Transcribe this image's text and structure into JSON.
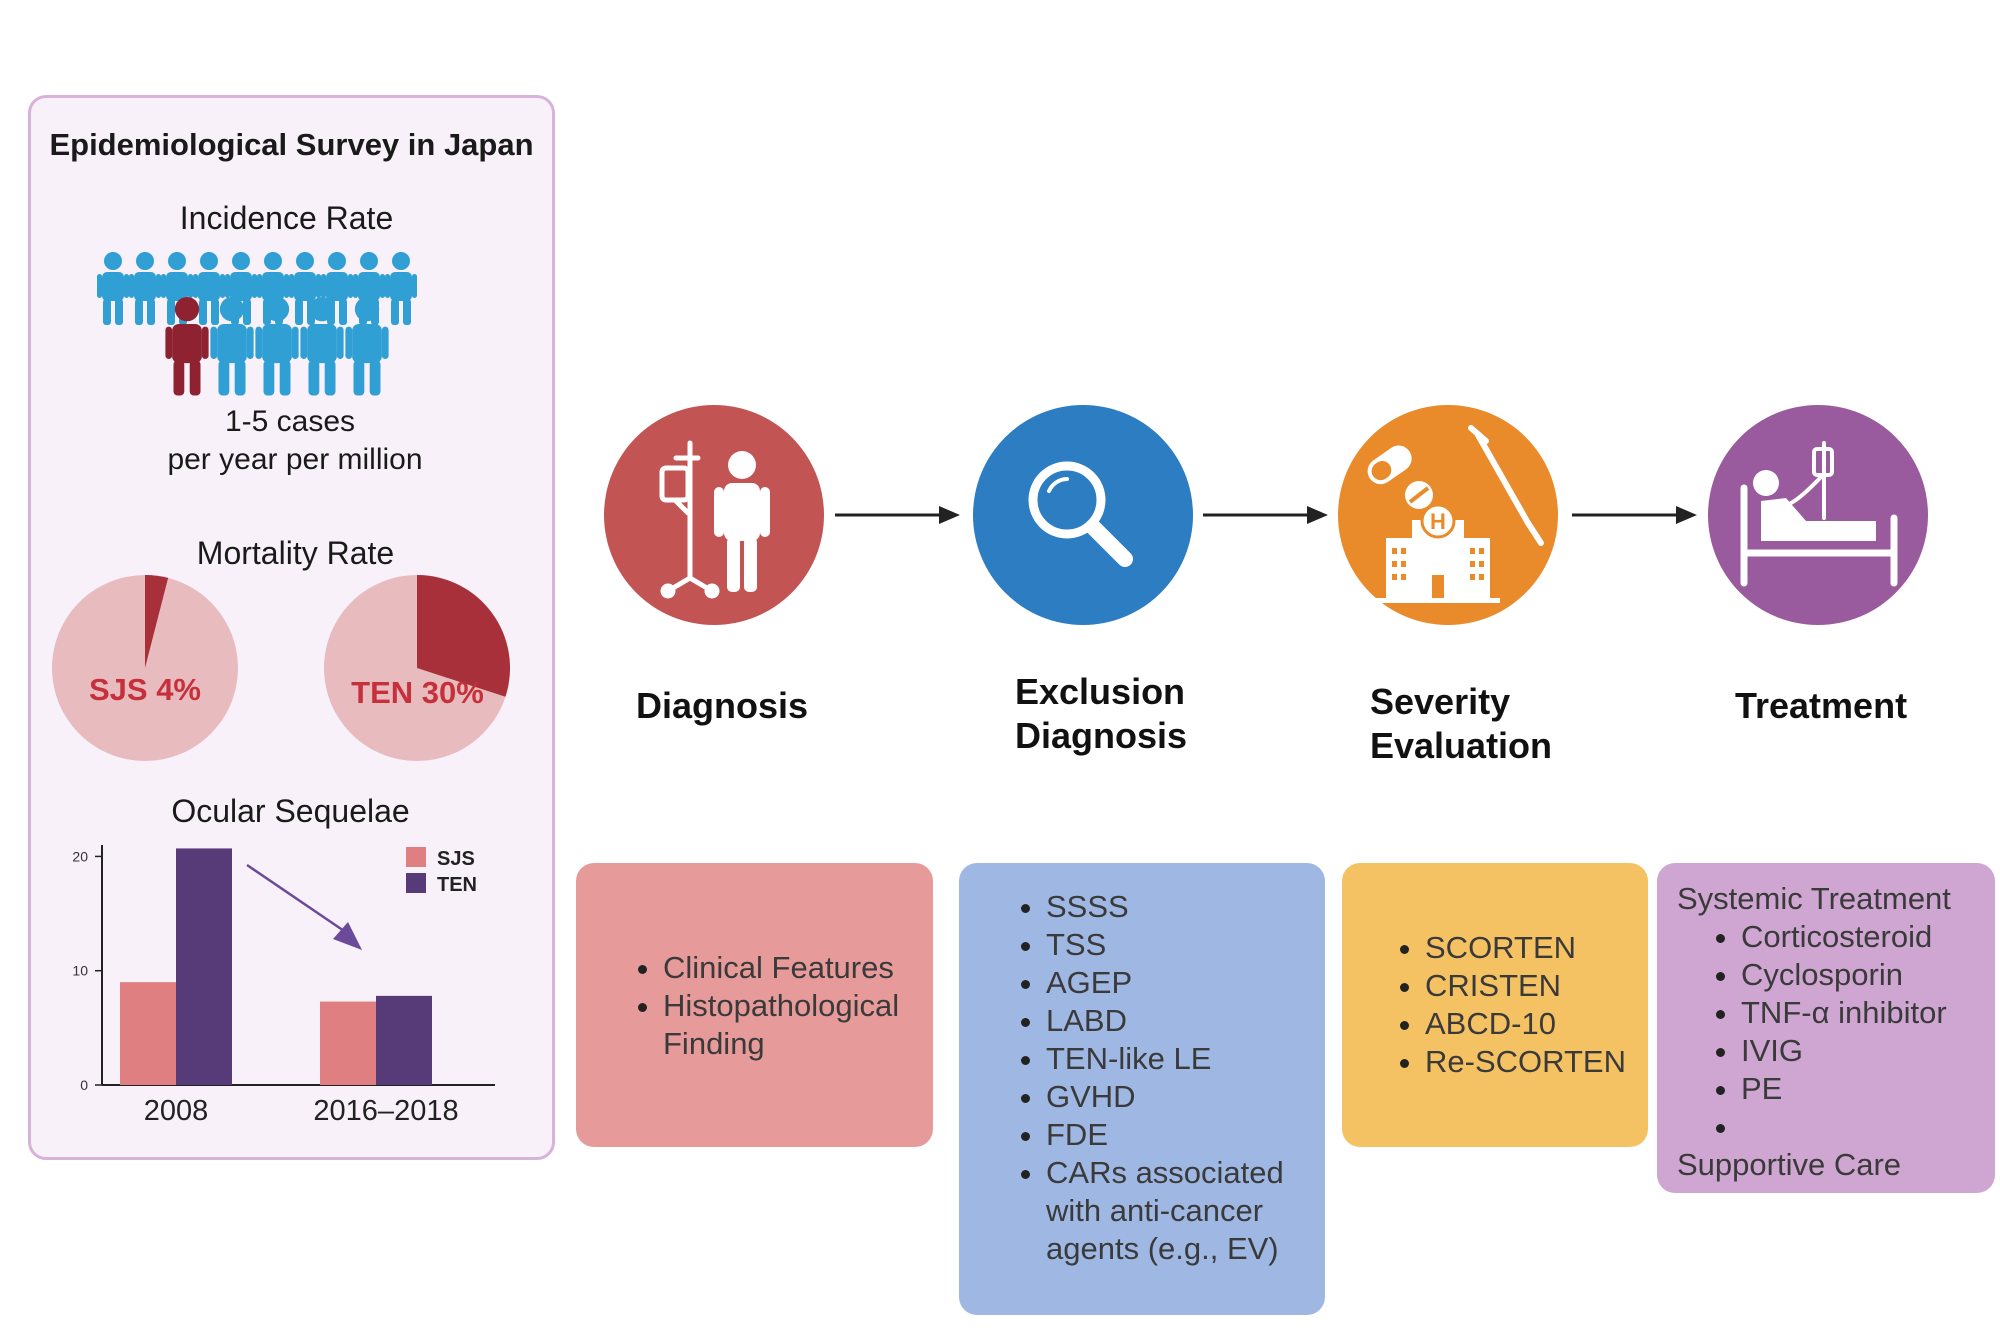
{
  "survey": {
    "title": "Epidemiological Survey in Japan",
    "incidence_title": "Incidence Rate",
    "incidence_line1": "1-5 cases",
    "incidence_line2": "per year per million",
    "mortality_title": "Mortality Rate",
    "sjs_mortality_label": "SJS 4%",
    "ten_mortality_label": "TEN 30%",
    "sjs_mortality_value": 4,
    "ten_mortality_value": 30,
    "ocular_title": "Ocular Sequelae"
  },
  "chart_data": {
    "type": "bar",
    "title": "Ocular Sequelae",
    "categories": [
      "2008",
      "2016–2018"
    ],
    "series": [
      {
        "name": "SJS",
        "values": [
          9,
          7.3
        ],
        "color": "#e07f82"
      },
      {
        "name": "TEN",
        "values": [
          20.7,
          7.8
        ],
        "color": "#573b78"
      }
    ],
    "yticks": [
      "0",
      "10",
      "20"
    ],
    "ylim": [
      0,
      21
    ],
    "legend": "top-right"
  },
  "flow": {
    "steps": [
      {
        "label": "Diagnosis",
        "color": "#c25553"
      },
      {
        "label_line1": "Exclusion",
        "label_line2": "Diagnosis",
        "color": "#2d7dc3"
      },
      {
        "label_line1": "Severity",
        "label_line2": "Evaluation",
        "color": "#e98b2a"
      },
      {
        "label": "Treatment",
        "color": "#9a5a9e"
      }
    ],
    "diagnosis_items": [
      "Clinical Features",
      "Histopathological Finding"
    ],
    "exclusion_items": [
      "SSSS",
      "TSS",
      "AGEP",
      "LABD",
      "TEN-like LE",
      "GVHD",
      "FDE",
      "CARs associated with anti-cancer agents (e.g., EV)"
    ],
    "severity_items": [
      "SCORTEN",
      "CRISTEN",
      "ABCD-10",
      "Re-SCORTEN"
    ],
    "treatment_heading": "Systemic Treatment",
    "treatment_items": [
      "Corticosteroid",
      "Cyclosporin",
      "TNF-α inhibitor",
      "IVIG",
      "PE",
      ""
    ],
    "treatment_footer": "Supportive Care"
  },
  "colors": {
    "people_blue": "#2f9fd4",
    "people_red": "#8e2230",
    "pie_light": "#e8bcbf",
    "pie_dark": "#a8303a",
    "diagnosis_box": "#e69a9a",
    "exclusion_box": "#9fb7e3",
    "severity_box": "#f5c263",
    "treatment_box": "#cfa6d2"
  }
}
